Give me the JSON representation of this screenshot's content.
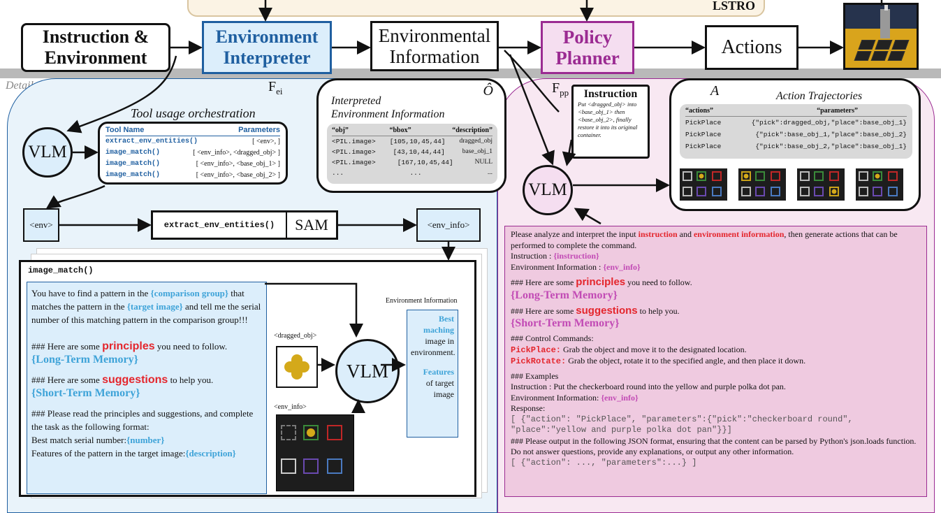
{
  "top_banner": {
    "label": "LSTRO"
  },
  "flow": {
    "instr_env": [
      "Instruction &",
      "Environment"
    ],
    "env_interp": [
      "Environment",
      "Interpreter"
    ],
    "env_info": [
      "Environmental",
      "Information"
    ],
    "policy": [
      "Policy",
      "Planner"
    ],
    "actions": "Actions"
  },
  "details_label": "Details",
  "symbols": {
    "fei": "F",
    "fei_sub": "ei",
    "fpp": "F",
    "fpp_sub": "pp",
    "o_hat": "Ô",
    "a": "A"
  },
  "tool_usage": {
    "title": "Tool usage orchestration",
    "vlm": "VLM",
    "header": {
      "name": "Tool Name",
      "params": "Parameters"
    },
    "rows": [
      {
        "name": "extract_env_entities()",
        "params": "[ <env>, ]"
      },
      {
        "name": "image_match()",
        "params": "[ <env_info>, <dragged_obj> ]"
      },
      {
        "name": "image_match()",
        "params": "[ <env_info>, <base_obj_1> ]"
      },
      {
        "name": "image_match()",
        "params": "[ <env_info>, <base_obj_2> ]"
      }
    ]
  },
  "interpreted": {
    "title": [
      "Interpreted",
      "Environment Information"
    ],
    "cols": [
      "“obj”",
      "“bbox”",
      "“description”"
    ],
    "rows": [
      [
        "<PIL.image>",
        "[105,10,45,44]",
        "dragged_obj"
      ],
      [
        "<PIL.image>",
        "[43,10,44,44]",
        "base_obj_1"
      ],
      [
        "<PIL.image>",
        "[167,10,45,44]",
        "NULL"
      ],
      [
        "...",
        "...",
        "..."
      ]
    ]
  },
  "instruction_card": {
    "title": "Instruction",
    "text": "Put <dragged_obj> into <base_obj_1> then <base_obj_2>, finally restore it into its original container."
  },
  "action_traj": {
    "title": "Action Trajectories",
    "cols": [
      "“actions”",
      "“parameters”"
    ],
    "rows": [
      [
        "PickPlace",
        "{\"pick\":dragged_obj,\"place\":base_obj_1}"
      ],
      [
        "PickPlace",
        "{\"pick\":base_obj_1,\"place\":base_obj_2}"
      ],
      [
        "PickPlace",
        "{\"pick\":base_obj_2,\"place\":base_obj_1}"
      ]
    ]
  },
  "vlm_right": "VLM",
  "sam_row": {
    "env": "<env>",
    "fn": "extract_env_entities()",
    "sam": "SAM",
    "env_info": "<env_info>"
  },
  "image_match": {
    "title": "image_match()",
    "prompt_l1": "You have to find a pattern in the",
    "prompt_cg": "{comparison group}",
    "prompt_l1b": "that",
    "prompt_l2": "matches the pattern in the",
    "prompt_ti": "{target image}",
    "prompt_l2b": "and tell me the",
    "prompt_l3": "serial number of this matching pattern in the comparison group!!!",
    "principles_pre": "### Here are some",
    "principles": "principles",
    "principles_post": "you need to follow.",
    "ltm": "{Long-Term Memory}",
    "suggestions_pre": "### Here are some",
    "suggestions": "suggestions",
    "suggestions_post": "to  help you.",
    "stm": "{Short-Term Memory}",
    "read_line": "### Please read the principles and suggestions, and complete the task as the following format:",
    "best_pre": "Best match serial number:",
    "best_var": "{number}",
    "feat_pre": "Features of the pattern in the target image:",
    "feat_var": "{description}",
    "dragged_label": "<dragged_obj>",
    "env_info_label": "<env_info>",
    "vlm": "VLM",
    "env_info_title": "Environment Information",
    "best": "Best",
    "maching": "maching",
    "best_rest": "image in environment.",
    "features": "Features",
    "features_rest": "of target image"
  },
  "prompt_right": {
    "l1_pre": "Please analyze and interpret the input",
    "l1_instr": "instruction",
    "l1_and": "and",
    "l1_env": "environment information",
    "l1_post": ", then generate actions that can be performed to complete the command.",
    "instr_label": "Instruction :",
    "instr_var": "{instruction}",
    "envinfo_label": "Environment Information :",
    "envinfo_var": "{env_info}",
    "principles_pre": "### Here are some",
    "principles": "principles",
    "principles_post": "you need to follow.",
    "ltm": "{Long-Term Memory}",
    "suggestions_pre": "### Here are some",
    "suggestions": "suggestions",
    "suggestions_post": "to  help you.",
    "stm": "{Short-Term Memory}",
    "control": "###  Control Commands:",
    "pp_name": "PickPlace:",
    "pp_desc": "Grab the object and move it to the designated location.",
    "pr_name": "PickRotate:",
    "pr_desc": "Grab the object, rotate it to the specified angle, and then place it down.",
    "examples": "### Examples",
    "ex_instr": "Instruction : Put the checkerboard round into the yellow and purple polka dot pan.",
    "ex_env_label": "Environment Information:",
    "ex_env_var": "{env_info}",
    "response": "Response:",
    "code1": "[ {\"action\": \"PickPlace\", \"parameters\":{\"pick\":\"checkerboard round\",",
    "code2": "\"place\":\"yellow and purple polka dot pan\"}}]",
    "json_line": "### Please output in the following JSON format, ensuring that the content can be parsed by Python's json.loads function. Do not answer questions, provide any explanations, or output any other information.",
    "code3": "[ {\"action\": ..., \"parameters\":...} ]"
  }
}
